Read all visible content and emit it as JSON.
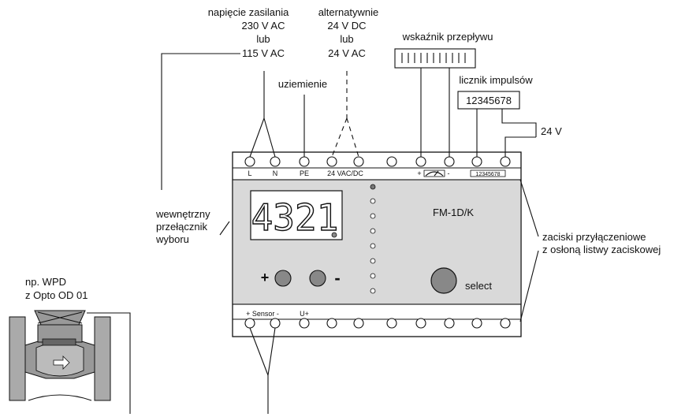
{
  "supply": {
    "title": "napięcie zasilania",
    "v1": "230 V AC",
    "or": "lub",
    "v2": "115 V AC"
  },
  "alt": {
    "title": "alternatywnie",
    "v1": "24 V DC",
    "or": "lub",
    "v2": "24 V AC"
  },
  "ground_label": "uziemienie",
  "flow_indicator_label": "wskaźnik przepływu",
  "pulse_counter": {
    "label": "licznik impulsów",
    "value": "12345678"
  },
  "v24_label": "24 V",
  "selector_label": [
    "wewnętrzny",
    "przełącznik",
    "wyboru"
  ],
  "sensor_example": [
    "np. WPD",
    "z  Opto  OD 01"
  ],
  "terminals_note": [
    "zaciski przyłączeniowe",
    "z osłoną listwy zaciskowej"
  ],
  "device": {
    "model": "FM-1D/K",
    "display": "4321",
    "plus": "+",
    "minus": "-",
    "select": "select",
    "top_terminals": {
      "L": "L",
      "N": "N",
      "PE": "PE",
      "supply": "24 VAC/DC",
      "plus": "+",
      "minus": "-",
      "counter": "12345678"
    },
    "bottom_terminals": {
      "sensor": "+ Sensor  -",
      "uplus": "U+"
    }
  }
}
